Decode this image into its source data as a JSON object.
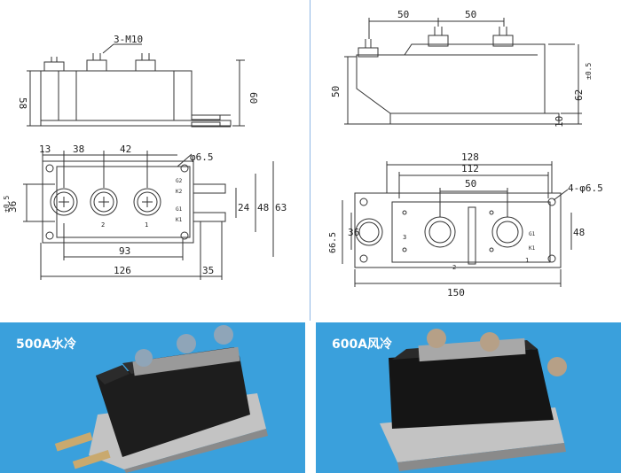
{
  "drawing_left": {
    "side_view": {
      "thread": "3-M10",
      "height_body": "58",
      "height_total": "60"
    },
    "top_view": {
      "dim_13": "13",
      "dim_38": "38",
      "dim_42": "42",
      "hole": "φ6.5",
      "dim_36": "36",
      "tol_36": "±0.5",
      "dim_24": "24",
      "dim_48": "48",
      "dim_63": "63",
      "dim_93": "93",
      "dim_126": "126",
      "dim_35": "35",
      "term_1": "1",
      "term_2": "2",
      "gate_labels": [
        "G2",
        "K2",
        "G1",
        "K1"
      ]
    }
  },
  "drawing_right": {
    "side_view": {
      "dim_50a": "50",
      "dim_50b": "50",
      "height_body": "50",
      "height_total": "62",
      "tol_62": "±0.5",
      "base": "10"
    },
    "top_view": {
      "dim_128": "128",
      "dim_112": "112",
      "dim_50": "50",
      "holes": "4-φ6.5",
      "dim_36": "36",
      "dim_66": "66.5",
      "dim_48": "48",
      "dim_150": "150",
      "term_1": "1",
      "term_2": "2",
      "term_3": "3",
      "gate_labels": [
        "K1",
        "G1"
      ]
    }
  },
  "photos": {
    "left": {
      "label": "500A水冷"
    },
    "right": {
      "label": "600A风冷"
    }
  },
  "colors": {
    "photo_bg": "#3aa0dc",
    "line": "#333333",
    "module_black": "#1b1b1b",
    "base_metal": "#b9b9b9"
  }
}
